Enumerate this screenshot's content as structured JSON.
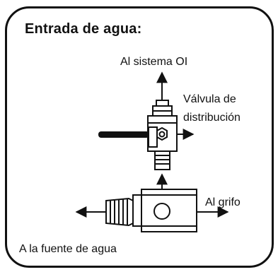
{
  "title": "Entrada de agua:",
  "labels": {
    "to_ro_system": "Al sistema OI",
    "valve_line1": "Válvula de",
    "valve_line2": "distribución",
    "to_faucet": "Al grifo",
    "to_water_source": "A la fuente de agua"
  }
}
